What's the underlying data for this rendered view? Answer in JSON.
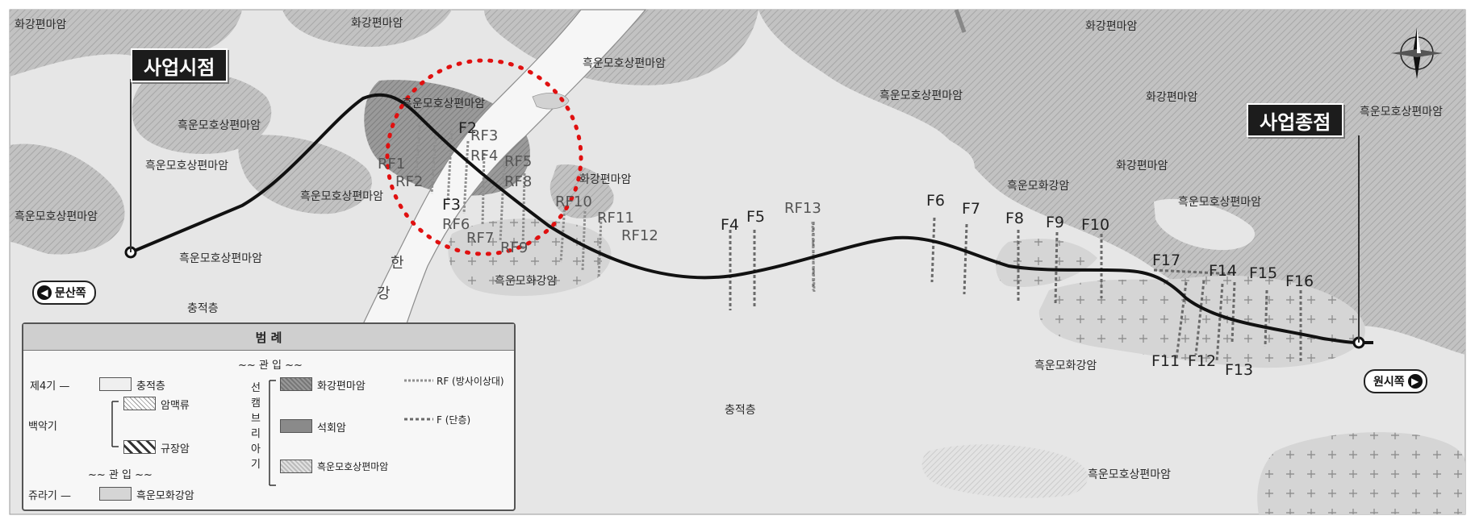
{
  "map": {
    "start_sign": "사업시점",
    "end_sign": "사업종점",
    "start_direction": "문산쪽",
    "end_direction": "원시쪽",
    "river_label": [
      "한",
      "강"
    ],
    "geology_labels": [
      {
        "text": "화강편마암"
      },
      {
        "text": "화강편마암"
      },
      {
        "text": "화강편마암"
      },
      {
        "text": "흑운모호상편마암"
      },
      {
        "text": "흑운모호상편마암"
      },
      {
        "text": "흑운모호상편마암"
      },
      {
        "text": "흑운모호상편마암"
      },
      {
        "text": "흑운모호상편마암"
      },
      {
        "text": "흑운모호상편마암"
      },
      {
        "text": "충적층"
      },
      {
        "text": "흑운모화강암"
      },
      {
        "text": "화강편마암"
      },
      {
        "text": "흑운모호상편마암"
      },
      {
        "text": "흑운모화강암"
      },
      {
        "text": "화강편마암"
      },
      {
        "text": "화강편마암"
      },
      {
        "text": "흑운모호상편마암"
      },
      {
        "text": "흑운모호상편마암"
      },
      {
        "text": "흑운모화강암"
      },
      {
        "text": "충적층"
      },
      {
        "text": "흑운모호상편마암"
      },
      {
        "text": "흑운모호상편마암"
      }
    ],
    "fault_labels": [
      "F2",
      "F3",
      "F4",
      "F5",
      "F6",
      "F7",
      "F8",
      "F9",
      "F10",
      "F11",
      "F12",
      "F13",
      "F14",
      "F15",
      "F16",
      "F17"
    ],
    "rf_labels": [
      "RF1",
      "RF2",
      "RF3",
      "RF4",
      "RF5",
      "RF6",
      "RF7",
      "RF8",
      "RF9",
      "RF10",
      "RF11",
      "RF12",
      "RF13"
    ]
  },
  "legend": {
    "title": "범 례",
    "intrusion_top": "~~ 관 입 ~~",
    "era_q4": "제4기 —",
    "alluvium": "충적층",
    "era_cretaceous": "백악기",
    "acid_vein": "암맥류",
    "quartz_porphyry": "규장암",
    "intrusion_bottom": "~~ 관 입 ~~",
    "era_jurassic": "쥬라기 —",
    "bio_granite": "흑운모화강암",
    "precambrian": "선캠브리아기",
    "granite_gneiss": "화강편마암",
    "limestone": "석회암",
    "bio_banded_gneiss": "흑운모호상편마암",
    "rf_desc": "RF (방사이상대)",
    "f_desc": "F (단층)"
  },
  "colors": {
    "background": "#e6e6e6",
    "gneiss_region": "#bdbdbd",
    "river": "#f6f6f6",
    "route": "#111111",
    "highlight_circle": "#e01010"
  }
}
